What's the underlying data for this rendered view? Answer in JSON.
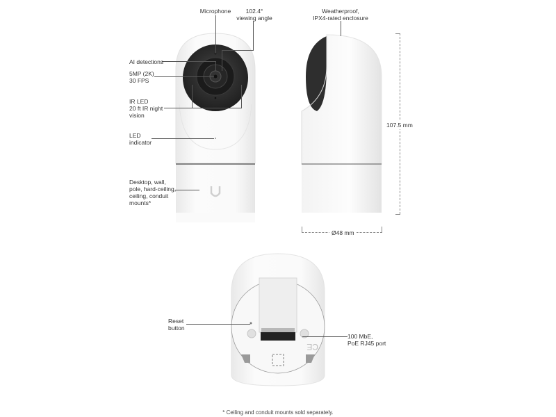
{
  "front_view": {
    "callouts": [
      {
        "id": "microphone",
        "label": "Microphone"
      },
      {
        "id": "viewing-angle",
        "label": "102.4°\nviewing angle"
      },
      {
        "id": "ai-detections",
        "label": "AI detections"
      },
      {
        "id": "resolution",
        "label": "5MP (2K)\n30 FPS"
      },
      {
        "id": "ir-led",
        "label": "IR LED\n20 ft IR night\nvision"
      },
      {
        "id": "led-indicator",
        "label": "LED\nindicator"
      },
      {
        "id": "mounts",
        "label": "Desktop, wall,\npole, hard-ceiling,\nceiling, conduit\nmounts*"
      }
    ]
  },
  "side_view": {
    "callouts": [
      {
        "id": "enclosure",
        "label": "Weatherproof,\nIPX4-rated enclosure"
      }
    ],
    "dimensions": {
      "height": "107.5 mm",
      "diameter": "Ø48 mm"
    }
  },
  "bottom_view": {
    "callouts": [
      {
        "id": "reset-button",
        "label": "Reset\nbutton"
      },
      {
        "id": "port",
        "label": "100 MbE,\nPoE RJ45 port"
      }
    ]
  },
  "footnote": "* Ceiling and conduit mounts sold separately.",
  "colors": {
    "body": "#f7f7f7",
    "lens_ring": "#2b2b2b",
    "line": "#555555"
  }
}
